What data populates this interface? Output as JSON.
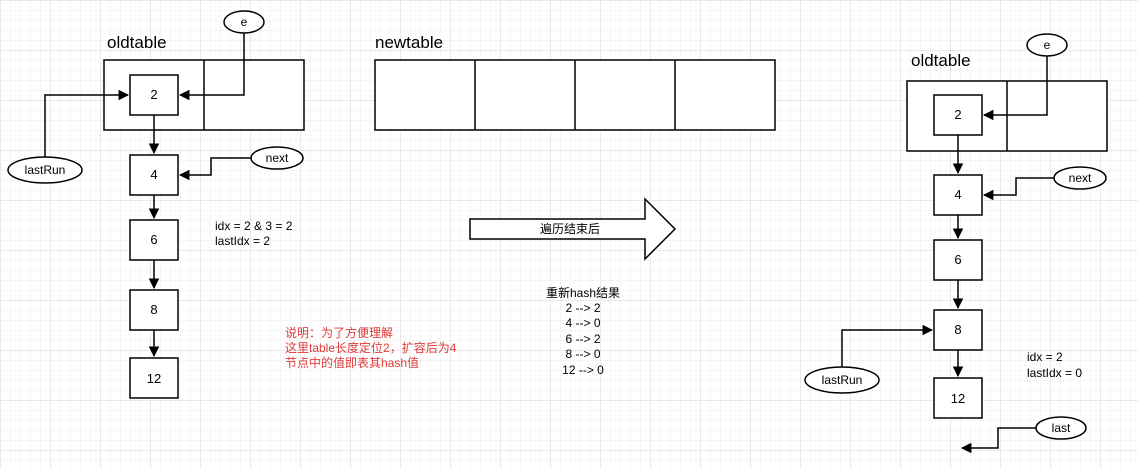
{
  "left": {
    "title": "oldtable",
    "e_label": "e",
    "nodes": [
      "2",
      "4",
      "6",
      "8",
      "12"
    ],
    "next_label": "next",
    "lastrun_label": "lastRun",
    "idx_line1": "idx = 2 & 3 = 2",
    "idx_line2": "lastIdx = 2"
  },
  "newtable": {
    "title": "newtable"
  },
  "arrow": {
    "label": "遍历结束后"
  },
  "rehash": {
    "title": "重新hash结果",
    "lines": [
      "2 --> 2",
      "4 --> 0",
      "6 --> 2",
      "8 --> 0",
      "12 --> 0"
    ]
  },
  "note": {
    "lines": [
      "说明：为了方便理解",
      "这里table长度定位2，扩容后为4",
      "节点中的值即表其hash值"
    ]
  },
  "right": {
    "title": "oldtable",
    "e_label": "e",
    "nodes": [
      "2",
      "4",
      "6",
      "8",
      "12"
    ],
    "next_label": "next",
    "lastrun_label": "lastRun",
    "last_label": "last",
    "idx_line1": "idx = 2",
    "idx_line2": "lastIdx = 0"
  }
}
